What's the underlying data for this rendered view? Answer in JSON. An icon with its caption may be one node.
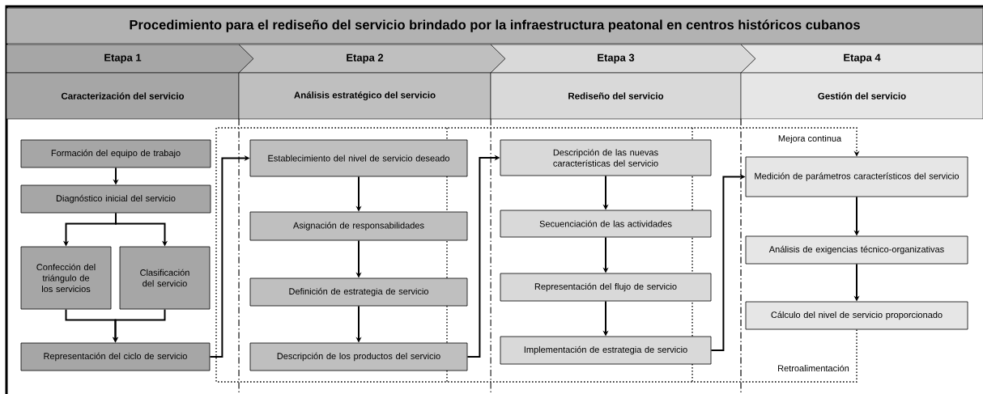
{
  "diagram": {
    "title": "Procedimiento para el rediseño del servicio brindado por la infraestructura peatonal en centros históricos cubanos",
    "nodes": [
      {
        "text": [
          "Etapa 1"
        ]
      },
      {
        "text": [
          "Etapa 2"
        ]
      },
      {
        "text": [
          "Etapa 3"
        ]
      },
      {
        "text": [
          "Etapa 4"
        ]
      },
      {
        "text": [
          "Caracterización del servicio"
        ]
      },
      {
        "text": [
          "Análisis estratégico del servicio"
        ]
      },
      {
        "text": [
          "Rediseño del servicio"
        ]
      },
      {
        "text": [
          "Gestión del servicio"
        ]
      },
      {
        "text": [
          "Formación del equipo de trabajo"
        ]
      },
      {
        "text": [
          "Diagnóstico inicial del servicio"
        ]
      },
      {
        "text": [
          "Confección del triángulo de los servicios"
        ]
      },
      {
        "text": [
          "Clasificación del servicio"
        ]
      },
      {
        "text": [
          "Representación del ciclo de servicio"
        ]
      },
      {
        "text": [
          "Establecimiento del nivel de servicio deseado"
        ]
      },
      {
        "text": [
          "Asignación de responsabilidades"
        ]
      },
      {
        "text": [
          "Definición de estrategia de servicio"
        ]
      },
      {
        "text": [
          "Descripción de los productos del servicio"
        ]
      },
      {
        "text": [
          "Descripción de las nuevas características del servicio"
        ]
      },
      {
        "text": [
          "Secuenciación de las actividades"
        ]
      },
      {
        "text": [
          "Representación del flujo de servicio"
        ]
      },
      {
        "text": [
          "Implementación de estrategia de servicio"
        ]
      },
      {
        "text": [
          "Medición de parámetros característicos del servicio"
        ]
      },
      {
        "text": [
          "Análisis de exigencias técnico-organizativas"
        ]
      },
      {
        "text": [
          "Cálculo del nivel de servicio proporcionado"
        ]
      }
    ],
    "edges": [
      {
        "from": 8,
        "to": 9,
        "arrow": "to"
      },
      {
        "from": 9,
        "to": 10,
        "arrow": "to"
      },
      {
        "from": 9,
        "to": 11,
        "arrow": "to"
      },
      {
        "from": 10,
        "to": 12,
        "arrow": "to"
      },
      {
        "from": 11,
        "to": 12,
        "arrow": "to"
      },
      {
        "from": 12,
        "to": 13,
        "arrow": "to"
      },
      {
        "from": 13,
        "to": 14,
        "arrow": "to"
      },
      {
        "from": 14,
        "to": 15,
        "arrow": "to"
      },
      {
        "from": 15,
        "to": 16,
        "arrow": "to"
      },
      {
        "from": 16,
        "to": 17,
        "arrow": "to"
      },
      {
        "from": 17,
        "to": 18,
        "arrow": "to"
      },
      {
        "from": 18,
        "to": 19,
        "arrow": "to"
      },
      {
        "from": 19,
        "to": 20,
        "arrow": "to"
      },
      {
        "from": 20,
        "to": 21,
        "arrow": "to"
      },
      {
        "from": 21,
        "to": 22,
        "arrow": "to"
      },
      {
        "from": 22,
        "to": 23,
        "arrow": "to"
      },
      {
        "from": 23,
        "to": 21,
        "arrow": "to",
        "style": "dashed",
        "label": "Retroalimentación"
      }
    ],
    "labels": [
      "Mejora continua"
    ]
  }
}
